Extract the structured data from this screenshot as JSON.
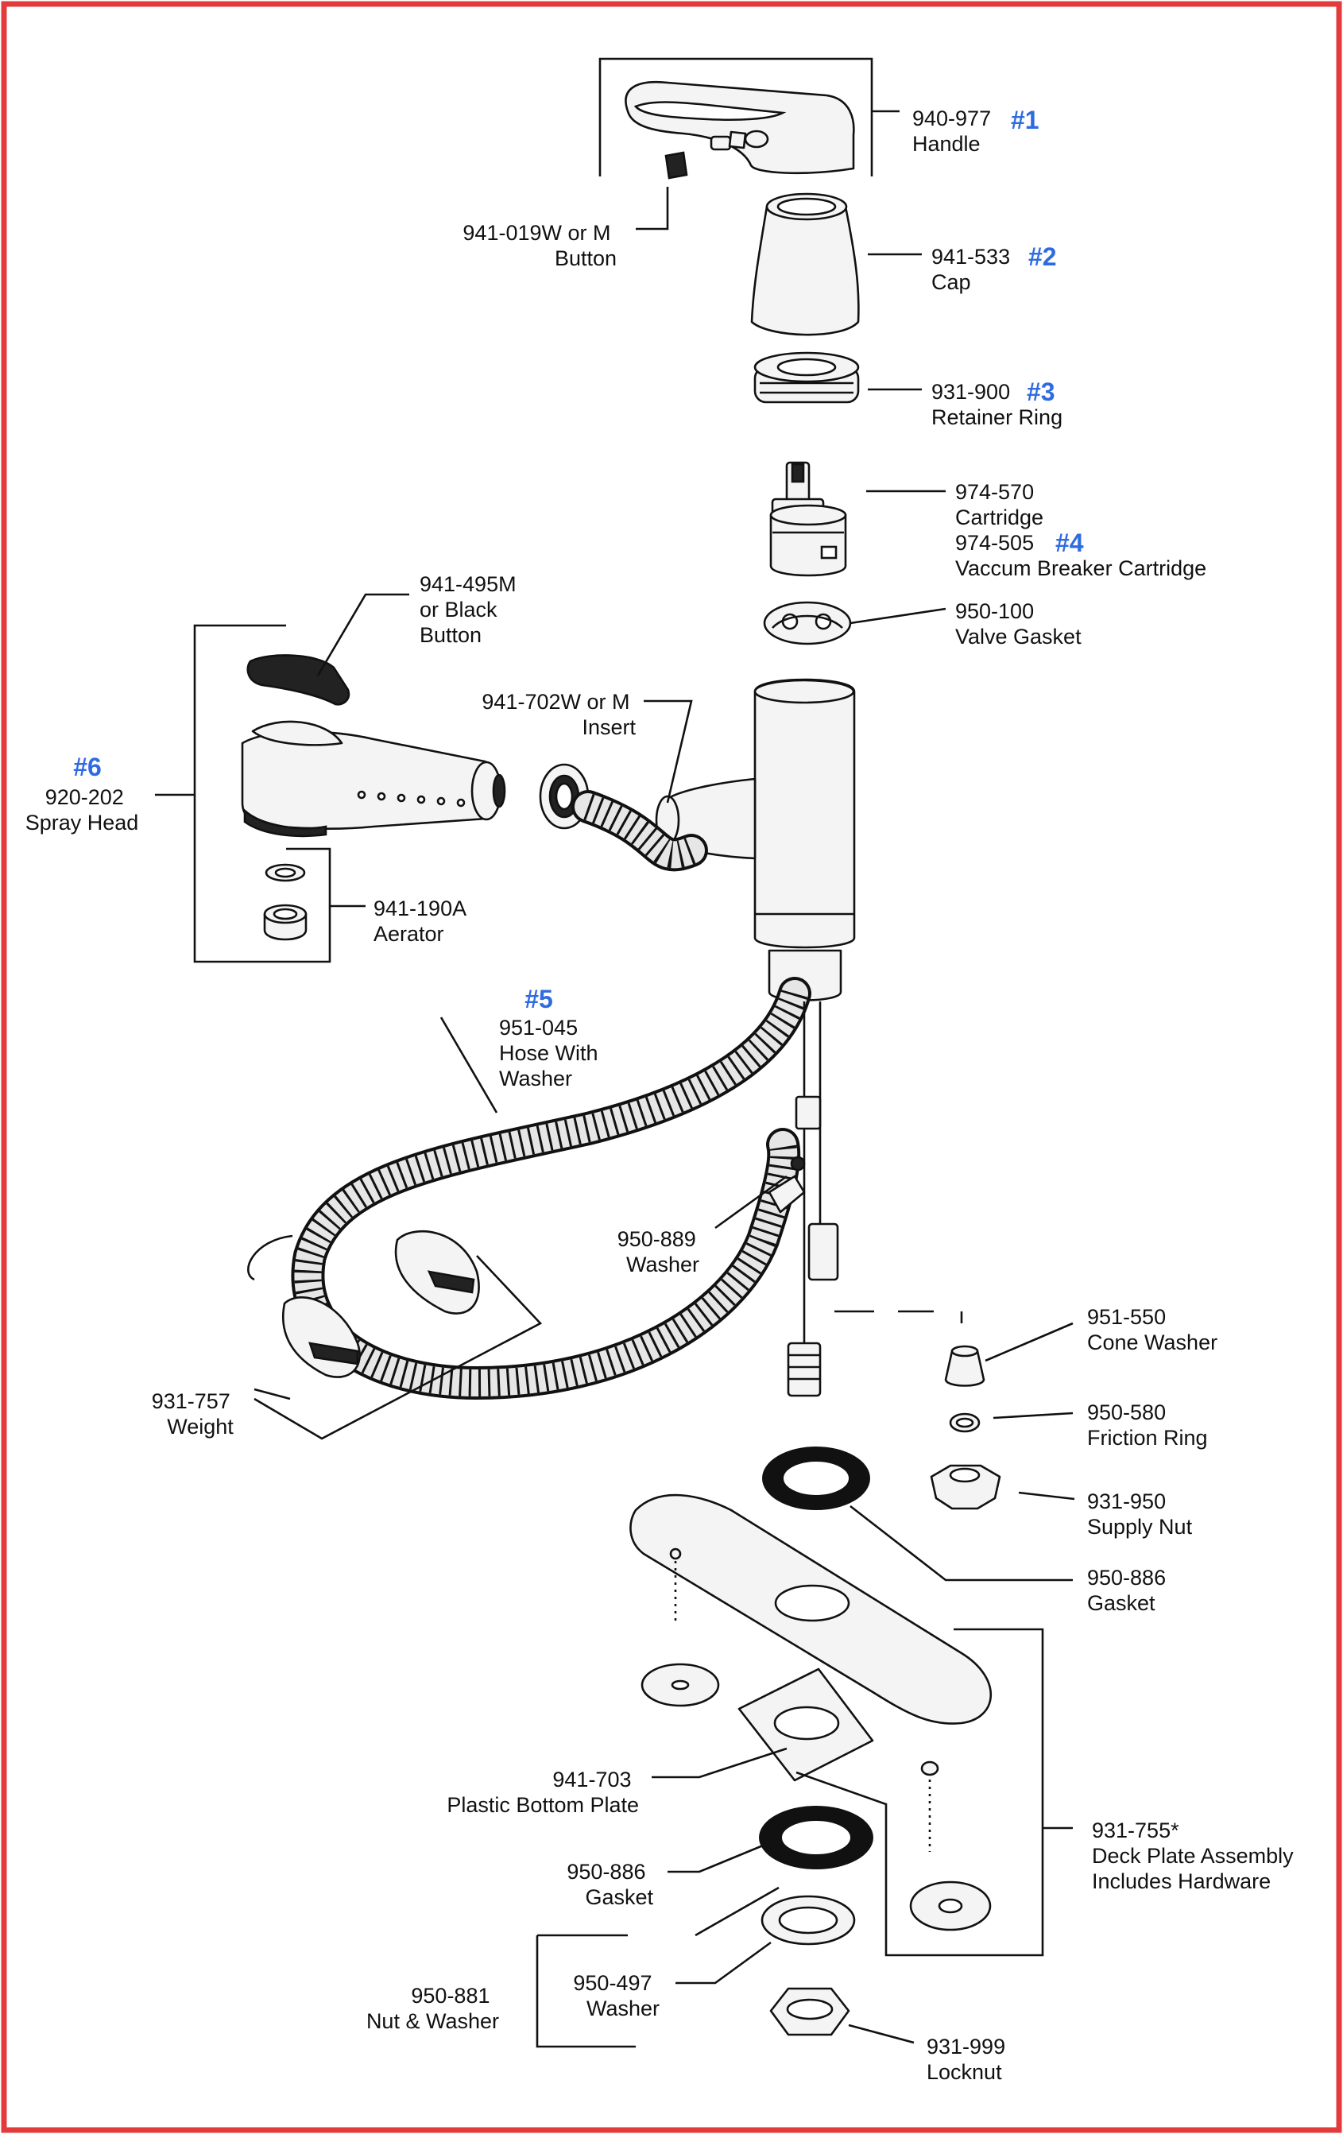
{
  "colors": {
    "border": "#e33b3b",
    "callout": "#2f6be0",
    "ink": "#111111"
  },
  "callouts": [
    "#1",
    "#2",
    "#3",
    "#4",
    "#5",
    "#6"
  ],
  "parts": [
    {
      "id": "handle",
      "lines": [
        "940-977",
        "Handle"
      ]
    },
    {
      "id": "button",
      "lines": [
        "941-019W or M",
        "Button"
      ]
    },
    {
      "id": "cap",
      "lines": [
        "941-533",
        "Cap"
      ]
    },
    {
      "id": "retainer-ring",
      "lines": [
        "931-900",
        "Retainer Ring"
      ]
    },
    {
      "id": "cartridge",
      "lines": [
        "974-570",
        "Cartridge",
        "974-505",
        "Vaccum Breaker Cartridge"
      ]
    },
    {
      "id": "valve-gasket",
      "lines": [
        "950-100",
        "Valve Gasket"
      ]
    },
    {
      "id": "black-button",
      "lines": [
        "941-495M",
        "or Black",
        "Button"
      ]
    },
    {
      "id": "insert",
      "lines": [
        "941-702W or M",
        "Insert"
      ]
    },
    {
      "id": "spray-head",
      "lines": [
        "920-202",
        "Spray Head"
      ]
    },
    {
      "id": "aerator",
      "lines": [
        "941-190A",
        "Aerator"
      ]
    },
    {
      "id": "hose",
      "lines": [
        "951-045",
        "Hose With",
        "Washer"
      ]
    },
    {
      "id": "washer-889",
      "lines": [
        "950-889",
        "Washer"
      ]
    },
    {
      "id": "cone-washer",
      "lines": [
        "951-550",
        "Cone Washer"
      ]
    },
    {
      "id": "weight",
      "lines": [
        "931-757",
        "Weight"
      ]
    },
    {
      "id": "friction-ring",
      "lines": [
        "950-580",
        "Friction Ring"
      ]
    },
    {
      "id": "supply-nut",
      "lines": [
        "931-950",
        "Supply Nut"
      ]
    },
    {
      "id": "gasket-886-top",
      "lines": [
        "950-886",
        "Gasket"
      ]
    },
    {
      "id": "bottom-plate",
      "lines": [
        "941-703",
        "Plastic Bottom Plate"
      ]
    },
    {
      "id": "deck-plate",
      "lines": [
        "931-755*",
        "Deck Plate Assembly",
        "Includes Hardware"
      ]
    },
    {
      "id": "gasket-886-bottom",
      "lines": [
        "950-886",
        "Gasket"
      ]
    },
    {
      "id": "nut-washer",
      "lines": [
        "950-881",
        "Nut & Washer"
      ]
    },
    {
      "id": "washer-497",
      "lines": [
        "950-497",
        "Washer"
      ]
    },
    {
      "id": "locknut",
      "lines": [
        "931-999",
        "Locknut"
      ]
    }
  ]
}
